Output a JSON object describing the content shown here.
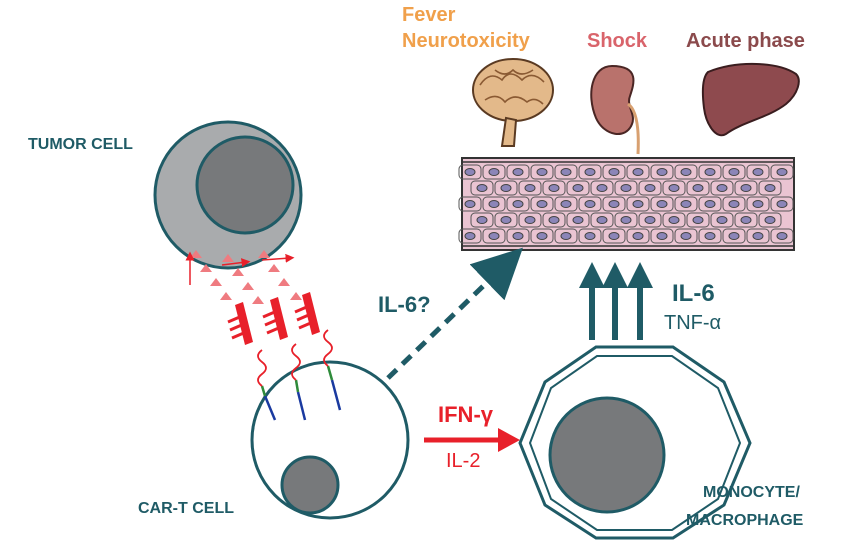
{
  "organ_labels": {
    "fever": "Fever",
    "neurotoxicity": "Neurotoxicity",
    "shock": "Shock",
    "acute_phase": "Acute phase"
  },
  "cell_labels": {
    "tumor": "TUMOR CELL",
    "cart": "CAR-T CELL",
    "monocyte_line1": "MONOCYTE/",
    "monocyte_line2": "MACROPHAGE"
  },
  "cytokines": {
    "il6_question": "IL-6?",
    "ifn": "IFN-γ",
    "il2": "IL-2",
    "il6": "IL-6",
    "tnf": "TNF-α"
  },
  "colors": {
    "teal": "#1f5b66",
    "tumor_fill": "#a9abad",
    "nucleus_fill": "#77797b",
    "orange": "#f0a04b",
    "pink": "#d9646b",
    "maroon": "#8b4a4c",
    "red": "#e8202a",
    "tissue_fill": "#eac4d2",
    "cell_nucleus": "#8b85b8"
  },
  "icons": [
    "brain-icon",
    "kidney-icon",
    "liver-icon"
  ]
}
